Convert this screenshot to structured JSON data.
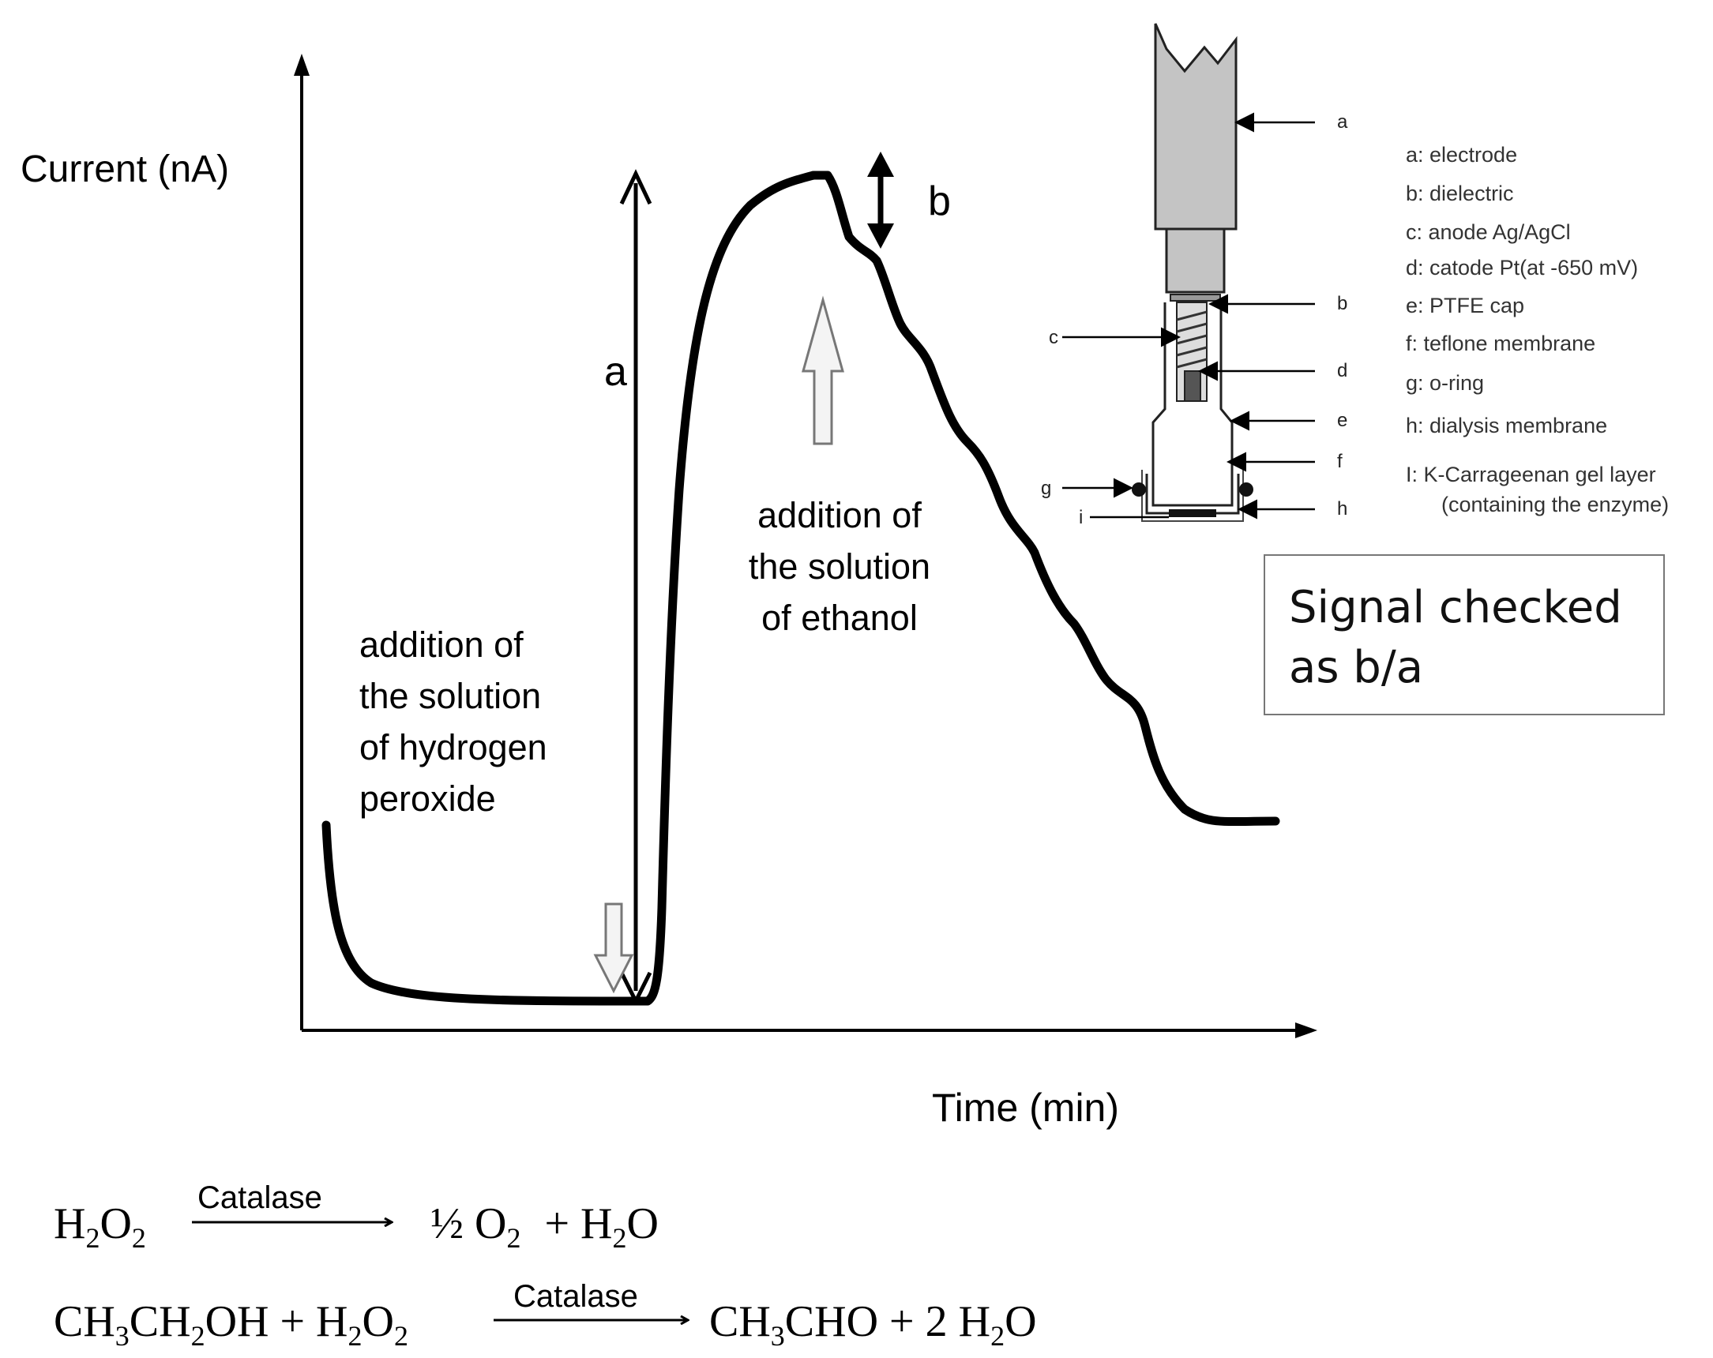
{
  "axes": {
    "ylabel": "Current (nA)",
    "xlabel": "Time (min)"
  },
  "annotations": {
    "a_label": "a",
    "b_label": "b",
    "h2o2_addition": [
      "addition of",
      "the solution",
      "of hydrogen",
      "peroxide"
    ],
    "ethanol_addition": [
      "addition of",
      "the solution",
      "of ethanol"
    ],
    "signal_box": [
      "Signal checked",
      "as b/a"
    ]
  },
  "probe_diagram": {
    "callouts": [
      "a",
      "b",
      "c",
      "d",
      "e",
      "f",
      "g",
      "h",
      "i"
    ],
    "legend": [
      "a: electrode",
      "b: dielectric",
      "c: anode  Ag/AgCl",
      "d: catode Pt(at -650 mV)",
      "e: PTFE cap",
      "f: teflone membrane",
      "g: o-ring",
      "h: dialysis membrane",
      "I: K-Carrageenan gel layer",
      "(containing the enzyme)"
    ]
  },
  "equations": {
    "eq1": {
      "lhs": [
        "H",
        "2",
        "O",
        "2"
      ],
      "catalyst": "Catalase",
      "rhs": [
        "½ O",
        "2",
        "+ H",
        "2",
        "O"
      ]
    },
    "eq2": {
      "lhs": [
        "CH",
        "3",
        "CH",
        "2",
        "OH + H",
        "2",
        "O",
        "2"
      ],
      "catalyst": "Catalase",
      "rhs": [
        "CH",
        "3",
        "CHO  +  2 H",
        "2",
        "O"
      ]
    }
  },
  "colors": {
    "curve": "#000000",
    "open_arrow_fill": "#f4f4f4",
    "open_arrow_stroke": "#777777",
    "probe_body": "#c4c4c4"
  }
}
